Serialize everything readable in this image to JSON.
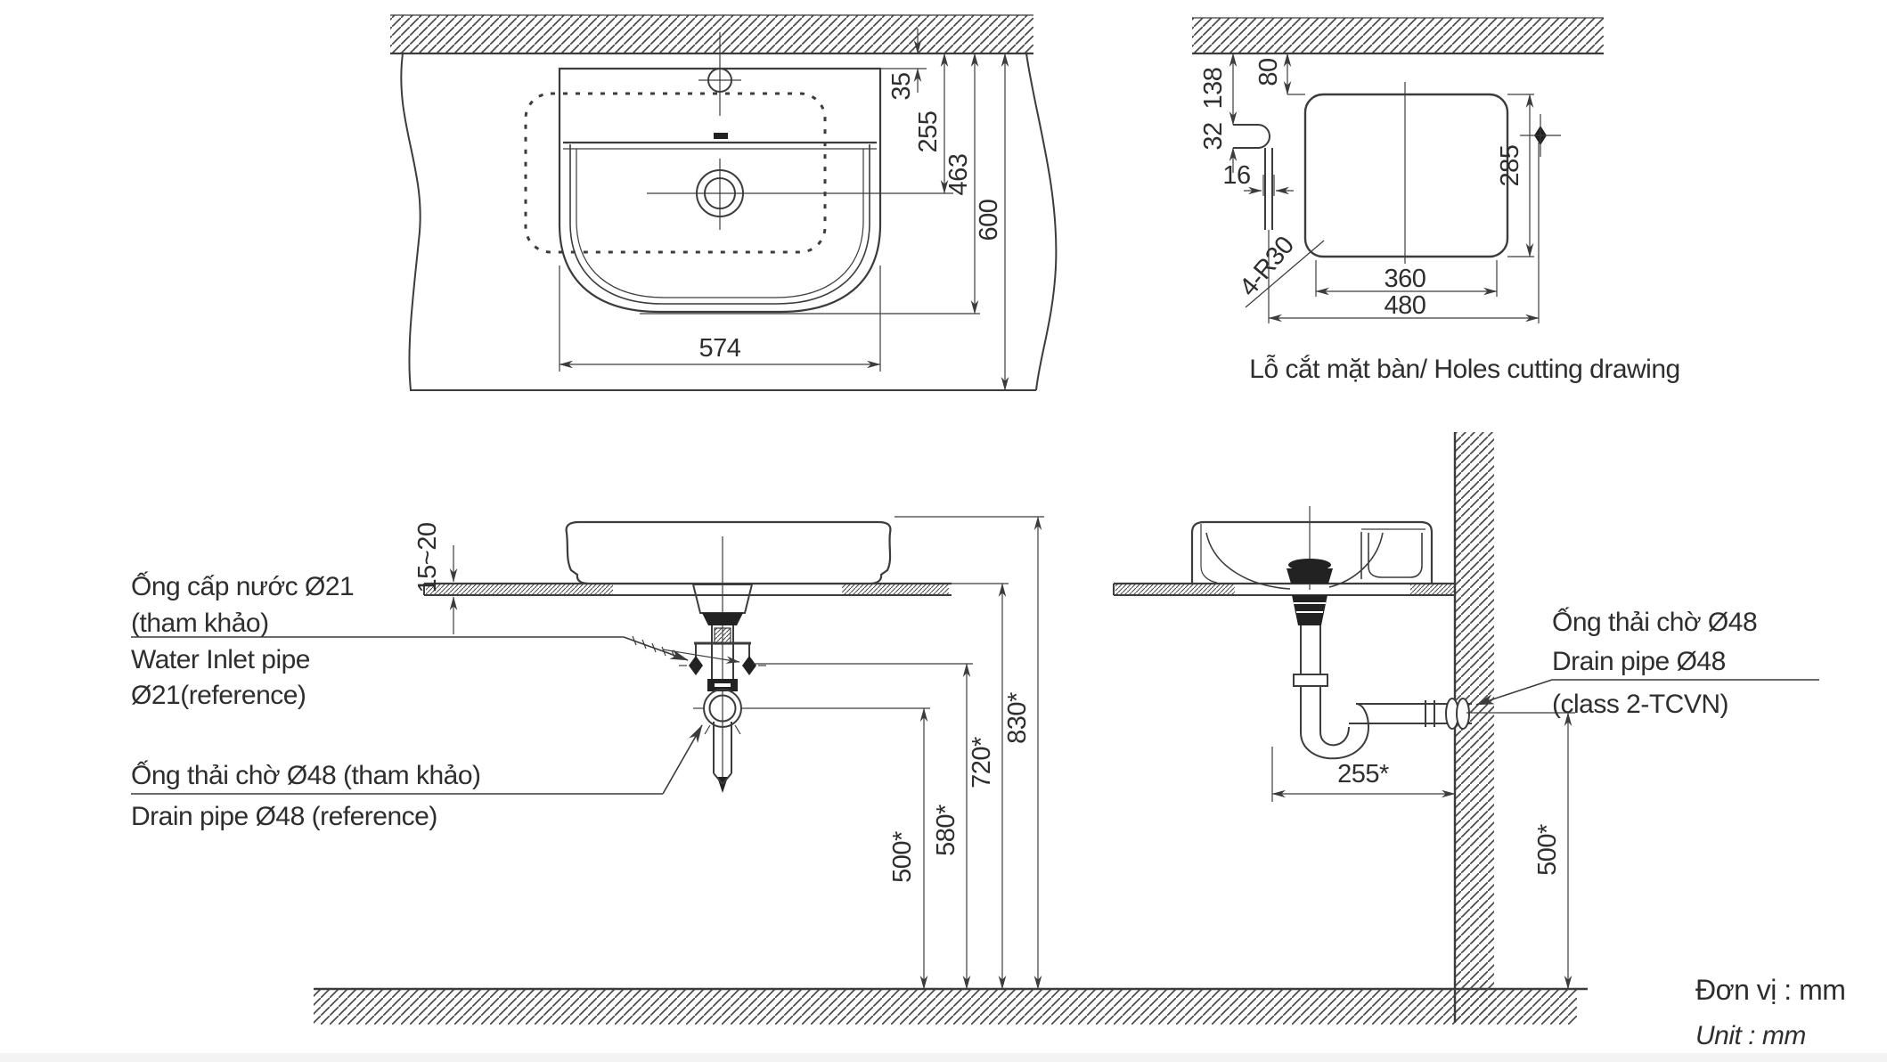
{
  "colors": {
    "line": "#3c3c3c",
    "text": "#2e2e2e",
    "background": "#ffffff",
    "dark_fill": "#222222"
  },
  "plan_view": {
    "dim_width": "574",
    "dim_faucet_offset": "35",
    "dim_drain_center": "255",
    "dim_bowl_depth": "463",
    "dim_total_depth": "600"
  },
  "holes_view": {
    "caption": "Lỗ cắt mặt bàn/ Holes cutting drawing",
    "dim_138": "138",
    "dim_80": "80",
    "dim_32": "32",
    "dim_16": "16",
    "dim_285": "285",
    "dim_360": "360",
    "dim_480": "480",
    "dim_corner_radius": "4-R30"
  },
  "front_view": {
    "dim_counter_thickness": "15~20",
    "dim_500": "500*",
    "dim_580": "580*",
    "dim_720": "720*",
    "dim_830": "830*",
    "water_inlet_vi_line1": "Ống cấp nước Ø21",
    "water_inlet_vi_line2": "(tham khảo)",
    "water_inlet_en_line1": "Water Inlet pipe",
    "water_inlet_en_line2": "Ø21(reference)",
    "drain_vi": "Ống thải chờ Ø48 (tham khảo)",
    "drain_en": "Drain pipe Ø48 (reference)"
  },
  "side_view": {
    "dim_trap_offset": "255*",
    "dim_500": "500*",
    "drain_vi": "Ống thải chờ Ø48",
    "drain_en": "Drain pipe Ø48",
    "drain_class": "(class 2-TCVN)"
  },
  "footer": {
    "unit_vi": "Đơn vị : mm",
    "unit_en": "Unit : mm"
  }
}
